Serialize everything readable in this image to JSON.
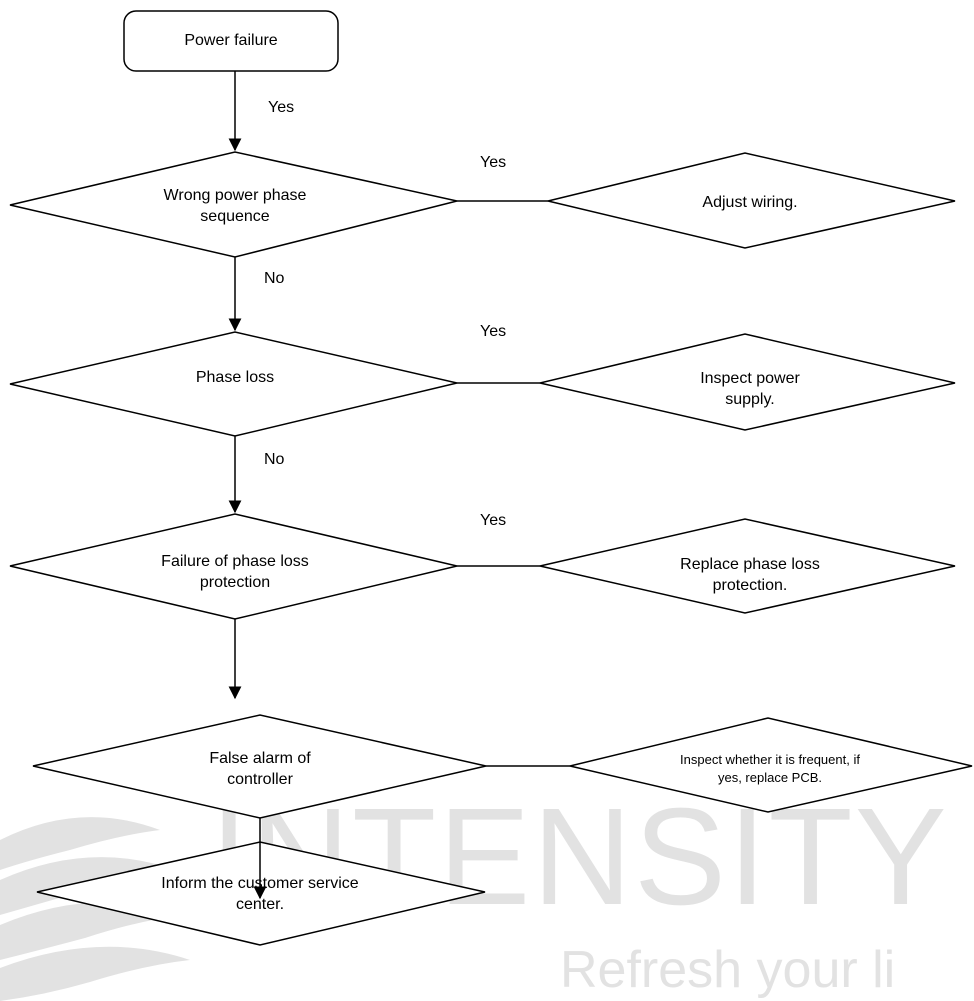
{
  "watermark": {
    "brand": "INTENSITY",
    "tagline": "Refresh your li"
  },
  "flowchart": {
    "start": "Power failure",
    "checks": [
      {
        "label": "Wrong power phase\nsequence",
        "yes_label": "Yes",
        "action": "Adjust wiring.",
        "down_label": "No"
      },
      {
        "label": "Phase loss",
        "yes_label": "Yes",
        "action": "Inspect power\nsupply.",
        "down_label": "No"
      },
      {
        "label": "Failure of phase loss\nprotection",
        "yes_label": "Yes",
        "action": "Replace phase loss\nprotection.",
        "down_label": ""
      },
      {
        "label": "False alarm of\ncontroller",
        "yes_label": "",
        "action": "Inspect whether it is frequent, if\nyes, replace PCB.",
        "down_label": ""
      }
    ],
    "start_edge_label": "Yes",
    "end": "Inform the customer service\ncenter."
  },
  "colors": {
    "stroke": "#000000",
    "watermark": "#e2e2e2",
    "background": "#ffffff"
  }
}
